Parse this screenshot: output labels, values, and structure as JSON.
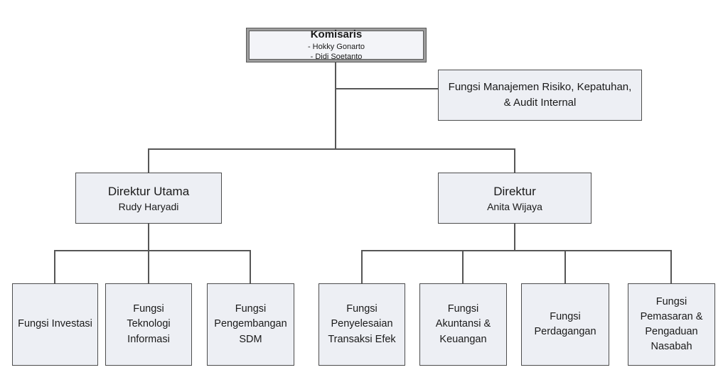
{
  "diagram_type": "org-chart",
  "colors": {
    "background": "#ffffff",
    "box_fill": "#edeff4",
    "komisaris_fill": "#f3f4f8",
    "box_border": "#4d4d4d",
    "komisaris_outer_frame": "#9c9c9c",
    "connector": "#565656",
    "text": "#1a1a1a"
  },
  "nodes": {
    "komisaris": {
      "title": "Komisaris",
      "members": [
        "- Hokky Gonarto",
        "- Didi Soetanto"
      ]
    },
    "risk_audit": {
      "label": "Fungsi Manajemen Risiko, Kepatuhan,\n& Audit Internal"
    },
    "direktur_utama": {
      "title": "Direktur Utama",
      "name": "Rudy Haryadi"
    },
    "direktur": {
      "title": "Direktur",
      "name": "Anita Wijaya"
    },
    "fungsi_investasi": {
      "label": "Fungsi Investasi"
    },
    "fungsi_teknologi_informasi": {
      "label": "Fungsi\nTeknologi\nInformasi"
    },
    "fungsi_pengembangan_sdm": {
      "label": "Fungsi\nPengembangan\nSDM"
    },
    "fungsi_penyelesaian_transaksi_efek": {
      "label": "Fungsi\nPenyelesaian\nTransaksi Efek"
    },
    "fungsi_akuntansi_keuangan": {
      "label": "Fungsi\nAkuntansi &\nKeuangan"
    },
    "fungsi_perdagangan": {
      "label": "Fungsi\nPerdagangan"
    },
    "fungsi_pemasaran_pengaduan_nasabah": {
      "label": "Fungsi\nPemasaran &\nPengaduan\nNasabah"
    }
  },
  "edges": [
    {
      "from": "Komisaris",
      "to": "Fungsi Manajemen Risiko, Kepatuhan, & Audit Internal"
    },
    {
      "from": "Komisaris",
      "to": "Direktur Utama"
    },
    {
      "from": "Komisaris",
      "to": "Direktur"
    },
    {
      "from": "Direktur Utama",
      "to": "Fungsi Investasi"
    },
    {
      "from": "Direktur Utama",
      "to": "Fungsi Teknologi Informasi"
    },
    {
      "from": "Direktur Utama",
      "to": "Fungsi Pengembangan SDM"
    },
    {
      "from": "Direktur",
      "to": "Fungsi Penyelesaian Transaksi Efek"
    },
    {
      "from": "Direktur",
      "to": "Fungsi Akuntansi & Keuangan"
    },
    {
      "from": "Direktur",
      "to": "Fungsi Perdagangan"
    },
    {
      "from": "Direktur",
      "to": "Fungsi Pemasaran & Pengaduan Nasabah"
    }
  ]
}
